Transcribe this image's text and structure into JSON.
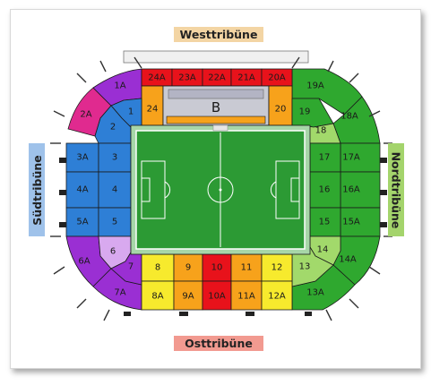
{
  "tribunes": {
    "west": "Westtribüne",
    "ost": "Osttribüne",
    "sued": "Südtribüne",
    "nord": "Nordtribüne"
  },
  "colors": {
    "red": "#e8121b",
    "orange": "#f7a21b",
    "yellow": "#f7ea2d",
    "blue": "#2e7fd6",
    "lightblue": "#9fc4ec",
    "green": "#2fa82f",
    "lightgreen": "#a2d96b",
    "purple": "#9a2fd3",
    "lightpurple": "#d8a9ef",
    "magenta": "#e02a8f",
    "pitch": "#2c9a34",
    "grey": "#c9cad3"
  },
  "blocks": {
    "b1A": "1A",
    "b2A": "2A",
    "b1": "1",
    "b2": "2",
    "b24A": "24A",
    "b23A": "23A",
    "b22A": "22A",
    "b21A": "21A",
    "b20A": "20A",
    "b24": "24",
    "bB": "B",
    "b20": "20",
    "b19A": "19A",
    "b18A": "18A",
    "b19": "19",
    "b18": "18",
    "b3A": "3A",
    "b4A": "4A",
    "b5A": "5A",
    "b6A": "6A",
    "b3": "3",
    "b4": "4",
    "b5": "5",
    "b6": "6",
    "b17": "17",
    "b16": "16",
    "b15": "15",
    "b14": "14",
    "b17A": "17A",
    "b16A": "16A",
    "b15A": "15A",
    "b14A": "14A",
    "b7": "7",
    "b8": "8",
    "b9": "9",
    "b10": "10",
    "b11": "11",
    "b12": "12",
    "b13": "13",
    "b7A": "7A",
    "b8A": "8A",
    "b9A": "9A",
    "b10A": "10A",
    "b11A": "11A",
    "b12A": "12A",
    "b13A": "13A"
  }
}
